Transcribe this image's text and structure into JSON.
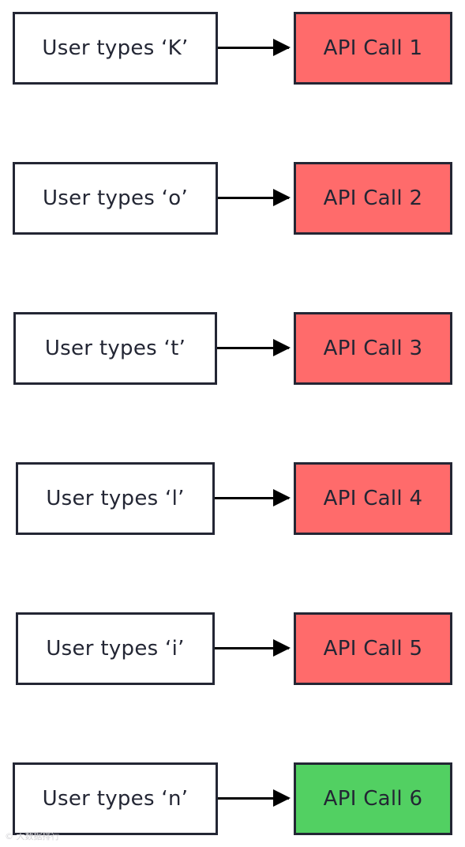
{
  "rows": [
    {
      "input": "User types ‘K’",
      "call": "API Call 1",
      "status": "failed"
    },
    {
      "input": "User types ‘o’",
      "call": "API Call 2",
      "status": "failed"
    },
    {
      "input": "User types ‘t’",
      "call": "API Call 3",
      "status": "failed"
    },
    {
      "input": "User types ‘l’",
      "call": "API Call 4",
      "status": "failed"
    },
    {
      "input": "User types ‘i’",
      "call": "API Call 5",
      "status": "failed"
    },
    {
      "input": "User types ‘n’",
      "call": "API Call 6",
      "status": "success"
    }
  ],
  "colors": {
    "failed": "#ff6b6b",
    "success": "#52d062",
    "border": "#232634",
    "shadow": "#e9e9ec"
  },
  "watermark": "© 大数据排行"
}
